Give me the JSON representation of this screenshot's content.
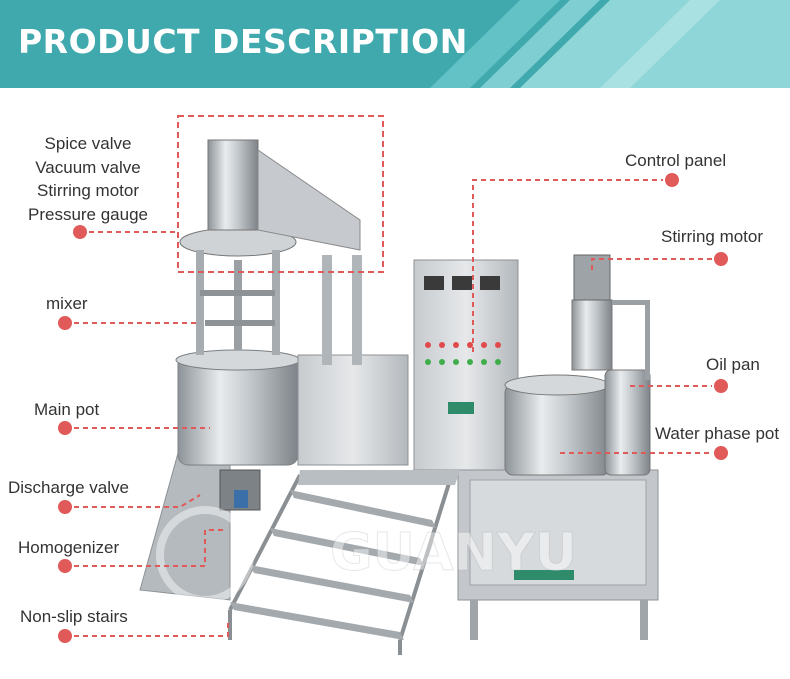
{
  "banner": {
    "title": "PRODUCT DESCRIPTION"
  },
  "labels": {
    "spice_valve": "Spice valve",
    "vacuum_valve": "Vacuum valve",
    "stirring_motor_left": "Stirring motor",
    "pressure_gauge": "Pressure gauge",
    "mixer": "mixer",
    "main_pot": "Main pot",
    "discharge_valve": "Discharge valve",
    "homogenizer": "Homogenizer",
    "non_slip_stairs": "Non-slip stairs",
    "control_panel": "Control panel",
    "stirring_motor_right": "Stirring motor",
    "oil_pan": "Oil pan",
    "water_phase_pot": "Water phase pot"
  },
  "watermark": "GUANYU",
  "colors": {
    "banner": "#3fa9ad",
    "accent_red": "#e05a5a",
    "steel": "#b9bec2"
  }
}
